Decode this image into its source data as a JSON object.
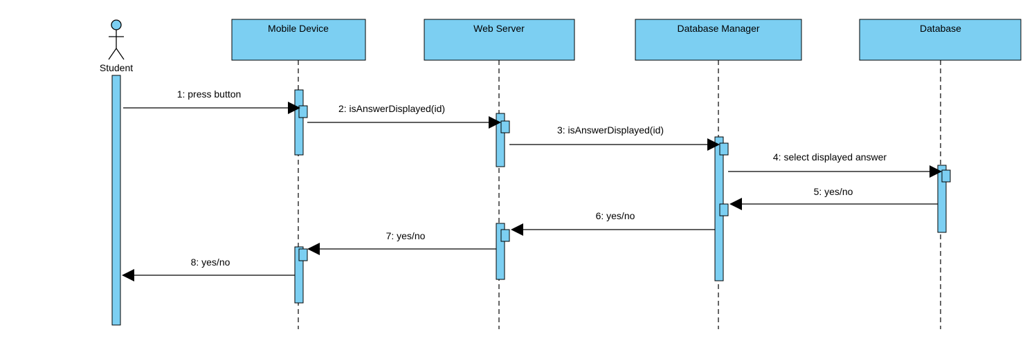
{
  "colors": {
    "box_fill": "#7ccff2",
    "stroke": "#000000",
    "background": "#ffffff"
  },
  "actor": {
    "name": "Student",
    "icon": "stick-figure-icon"
  },
  "lifelines": [
    {
      "key": "mobile",
      "label": "Mobile Device"
    },
    {
      "key": "web",
      "label": "Web Server"
    },
    {
      "key": "dbm",
      "label": "Database Manager"
    },
    {
      "key": "db",
      "label": "Database"
    }
  ],
  "messages": [
    {
      "label": "1: press button",
      "from": "Student",
      "to": "Mobile Device",
      "kind": "call"
    },
    {
      "label": "2: isAnswerDisplayed(id)",
      "from": "Mobile Device",
      "to": "Web Server",
      "kind": "call"
    },
    {
      "label": "3: isAnswerDisplayed(id)",
      "from": "Web Server",
      "to": "Database Manager",
      "kind": "call"
    },
    {
      "label": "4: select displayed answer",
      "from": "Database Manager",
      "to": "Database",
      "kind": "call"
    },
    {
      "label": "5: yes/no",
      "from": "Database",
      "to": "Database Manager",
      "kind": "reply"
    },
    {
      "label": "6: yes/no",
      "from": "Database Manager",
      "to": "Web Server",
      "kind": "reply"
    },
    {
      "label": "7: yes/no",
      "from": "Web Server",
      "to": "Mobile Device",
      "kind": "reply"
    },
    {
      "label": "8: yes/no",
      "from": "Mobile Device",
      "to": "Student",
      "kind": "reply"
    }
  ]
}
